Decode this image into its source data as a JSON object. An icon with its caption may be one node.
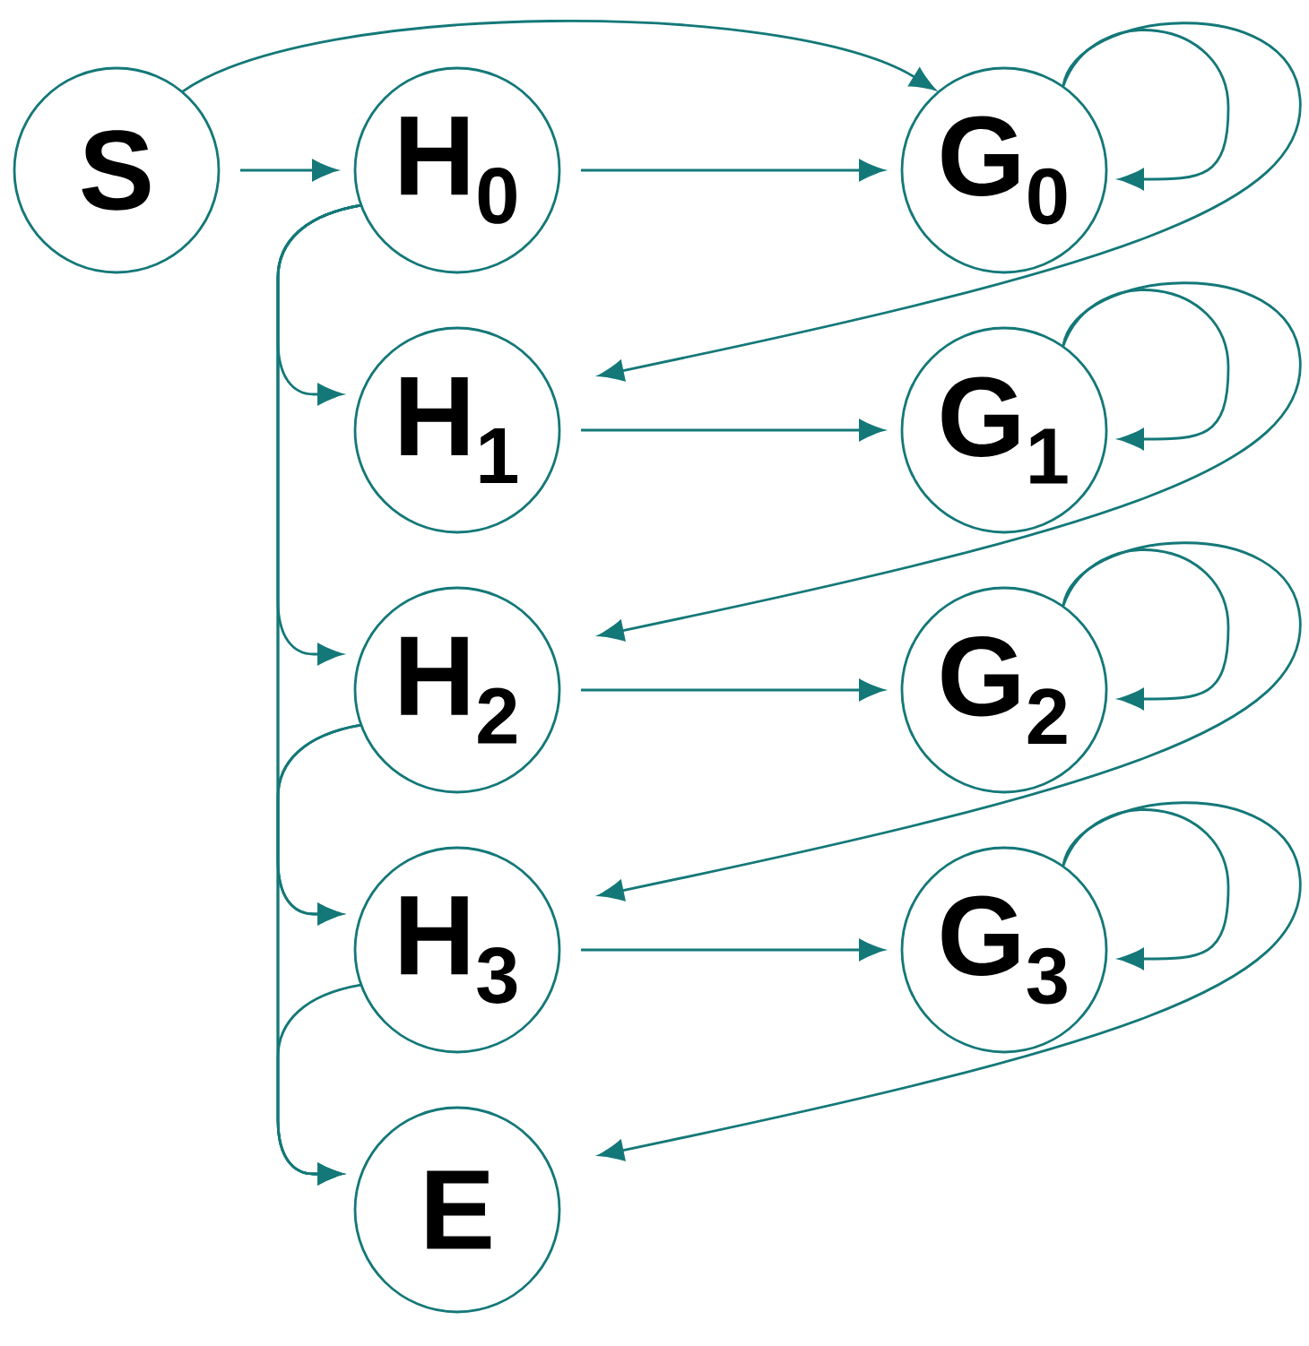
{
  "diagram": {
    "nodes": [
      {
        "text": [
          "S"
        ]
      },
      {
        "text": [
          "H$_{0}$"
        ]
      },
      {
        "text": [
          "G$_{0}$"
        ]
      },
      {
        "text": [
          "H$_{1}$"
        ]
      },
      {
        "text": [
          "G$_{1}$"
        ]
      },
      {
        "text": [
          "H$_{2}$"
        ]
      },
      {
        "text": [
          "G$_{2}$"
        ]
      },
      {
        "text": [
          "H$_{3}$"
        ]
      },
      {
        "text": [
          "G$_{3}$"
        ]
      },
      {
        "text": [
          "E"
        ]
      }
    ],
    "edges": [
      {
        "from": 0,
        "to": 1,
        "arrow": "to"
      },
      {
        "from": 0,
        "to": 2,
        "arrow": "to"
      },
      {
        "from": 1,
        "to": 2,
        "arrow": "to"
      },
      {
        "from": 2,
        "to": 2,
        "arrow": "to"
      },
      {
        "from": 1,
        "to": 3,
        "arrow": "to"
      },
      {
        "from": 1,
        "to": 5,
        "arrow": "to"
      },
      {
        "from": 1,
        "to": 7,
        "arrow": "to"
      },
      {
        "from": 1,
        "to": 9,
        "arrow": "to"
      },
      {
        "from": 2,
        "to": 3,
        "arrow": "to"
      },
      {
        "from": 3,
        "to": 4,
        "arrow": "to"
      },
      {
        "from": 4,
        "to": 4,
        "arrow": "to"
      },
      {
        "from": 4,
        "to": 5,
        "arrow": "to"
      },
      {
        "from": 5,
        "to": 6,
        "arrow": "to"
      },
      {
        "from": 5,
        "to": 7,
        "arrow": "to"
      },
      {
        "from": 5,
        "to": 9,
        "arrow": "to"
      },
      {
        "from": 6,
        "to": 6,
        "arrow": "to"
      },
      {
        "from": 6,
        "to": 7,
        "arrow": "to"
      },
      {
        "from": 7,
        "to": 8,
        "arrow": "to"
      },
      {
        "from": 7,
        "to": 9,
        "arrow": "to"
      },
      {
        "from": 8,
        "to": 8,
        "arrow": "to"
      },
      {
        "from": 8,
        "to": 9,
        "arrow": "to"
      }
    ]
  }
}
